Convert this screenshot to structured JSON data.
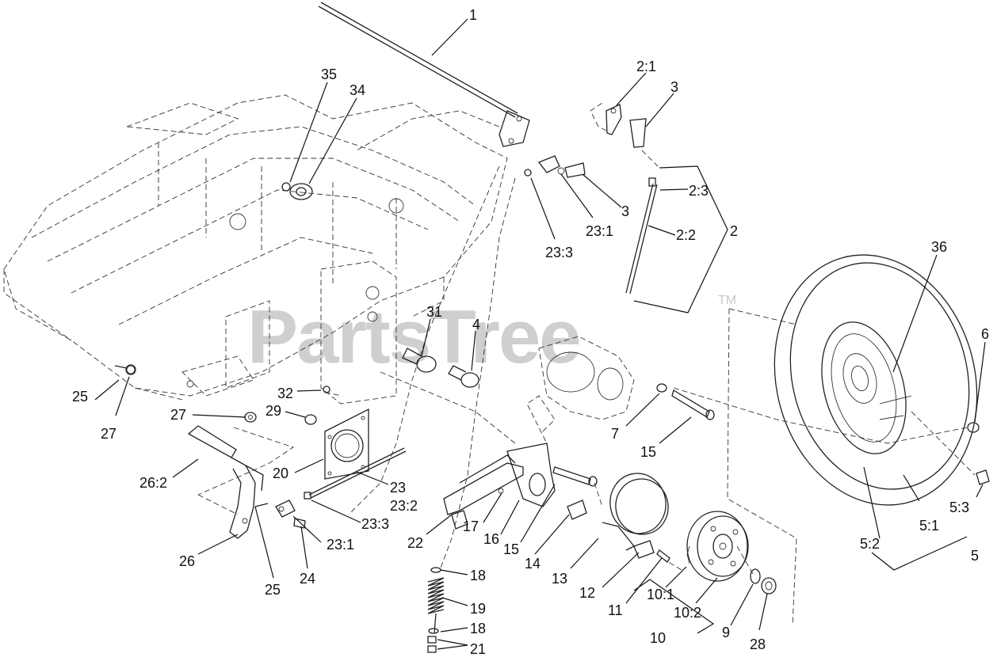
{
  "watermark": {
    "brand": "PartsTree",
    "trademark": "TM"
  },
  "callouts": {
    "c1": "1",
    "c2_1": "2:1",
    "c3a": "3",
    "c35": "35",
    "c34": "34",
    "c2_3": "2:3",
    "c3b": "3",
    "c2": "2",
    "c23_1a": "23:1",
    "c2_2": "2:2",
    "c23_3a": "23:3",
    "c36": "36",
    "c31": "31",
    "c4": "4",
    "c6": "6",
    "c32": "32",
    "c25a": "25",
    "c27a": "27",
    "c27b": "27",
    "c29": "29",
    "c7": "7",
    "c15a": "15",
    "c20": "20",
    "c26_2": "26:2",
    "c23": "23",
    "c23_2": "23:2",
    "c23_3b": "23:3",
    "c23_1b": "23:1",
    "c22": "22",
    "c17": "17",
    "c16": "16",
    "c15b": "15",
    "c14": "14",
    "c13": "13",
    "c5_3": "5:3",
    "c5_1": "5:1",
    "c5_2": "5:2",
    "c5": "5",
    "c26": "26",
    "c25b": "25",
    "c24": "24",
    "c18a": "18",
    "c12": "12",
    "c11": "11",
    "c10_1": "10:1",
    "c10_2": "10:2",
    "c9": "9",
    "c28": "28",
    "c19": "19",
    "c18b": "18",
    "c10": "10",
    "c21": "21"
  }
}
